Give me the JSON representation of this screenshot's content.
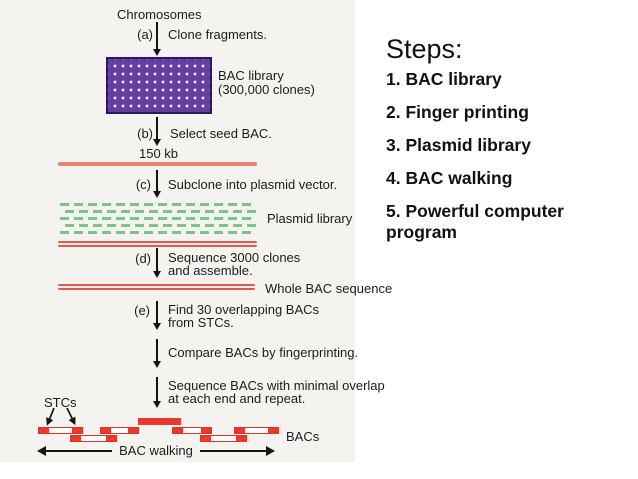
{
  "flow": {
    "chromosomes": "Chromosomes",
    "step_a_letter": "(a)",
    "step_a_text": "Clone fragments.",
    "bac_library_line1": "BAC library",
    "bac_library_line2": "(300,000 clones)",
    "step_b_letter": "(b)",
    "step_b_text": "Select seed BAC.",
    "seed_size_label": "150 kb",
    "step_c_letter": "(c)",
    "step_c_text": "Subclone into plasmid vector.",
    "plasmid_library_label": "Plasmid library",
    "step_d_letter": "(d)",
    "step_d_text_line1": "Sequence 3000 clones",
    "step_d_text_line2": "and assemble.",
    "whole_bac_label": "Whole BAC sequence",
    "step_e_letter": "(e)",
    "step_e_text_line1": "Find 30 overlapping BACs",
    "step_e_text_line2": "from STCs.",
    "compare_text": "Compare BACs by fingerprinting.",
    "sequence_text_line1": "Sequence BACs with minimal overlap",
    "sequence_text_line2": "at each end and repeat.",
    "stcs_label": "STCs",
    "bacs_label": "BACs",
    "bac_walking_label": "BAC walking"
  },
  "steps_panel": {
    "title": "Steps:",
    "items": [
      "1. BAC library",
      "2. Finger printing",
      "3. Plasmid library",
      "4. BAC walking",
      "5. Powerful computer program"
    ]
  },
  "colors": {
    "bac_library_fill": "#653fa0",
    "bac_library_border": "#2c1566",
    "seed_bac_line_salmon": "#ef8078",
    "sequence_line_red": "#e2584c",
    "plasmid_dash_green": "#7cc488",
    "bac_red": "#e8392c",
    "diagram_panel_bg": "#f4f3f0",
    "text_black": "#1c1c1c"
  }
}
